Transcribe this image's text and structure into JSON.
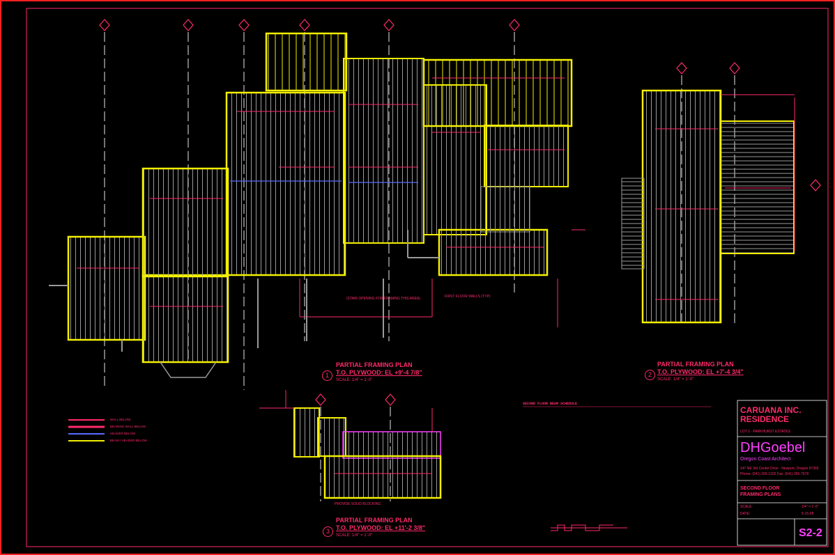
{
  "plans": [
    {
      "number": "1",
      "title": "PARTIAL FRAMING PLAN",
      "elevation": "T.O. PLYWOOD: EL +9'-4 7/8\"",
      "scale": "SCALE: 1/4\" = 1'-0\""
    },
    {
      "number": "2",
      "title": "PARTIAL FRAMING PLAN",
      "elevation": "T.O. PLYWOOD: EL +7'-4 3/4\"",
      "scale": "SCALE: 1/4\" = 1'-0\""
    },
    {
      "number": "3",
      "title": "PARTIAL FRAMING PLAN",
      "elevation": "T.O. PLYWOOD: EL +11'-2 3/8\"",
      "scale": "SCALE: 1/4\" = 1'-0\""
    }
  ],
  "title_block": {
    "project": "CARUANA INC. RESIDENCE",
    "project_sub": "LOT 2 - PARKHURST ESTATES",
    "firm": "DHGoebel",
    "firm_tagline": "Oregon Coast Architect",
    "address": "147 NE 3rd Center Drive - Newport, Oregon 97365",
    "phone": "Phone: (541) 265-1325   Fax: (541) 265-7578",
    "sheet_title": "SECOND FLOOR FRAMING PLANS",
    "scale_label": "SCALE:",
    "scale_value": "1/4\" = 1'-0\"",
    "date_label": "DATE:",
    "date_value": "5-15-08",
    "sheet_number": "S2-2"
  },
  "schedule": {
    "title": "SECOND FLOOR BEAM SCHEDULE"
  },
  "legend": [
    {
      "label": "WALL BELOW",
      "color": "#ff2a6a"
    },
    {
      "label": "BEARING WALL BELOW",
      "color": "#ff2a6a"
    },
    {
      "label": "HEADER BELOW",
      "color": "#5a6cff"
    },
    {
      "label": "BEAM / HEADER BELOW",
      "color": "#f4f000"
    }
  ],
  "notes": {
    "note1": "FIRST FLOOR WALLS (TYP)",
    "note2": "(STAIR OPENING FOR FRAMING THIS AREA)",
    "note3": "PROVIDE SOLID BLOCKING"
  },
  "colors": {
    "red": "#ff2a6a",
    "yellow": "#f4f000",
    "gray": "#9a9a9a",
    "magenta": "#ff40ff",
    "blue": "#5a6cff",
    "green": "#00d060"
  }
}
